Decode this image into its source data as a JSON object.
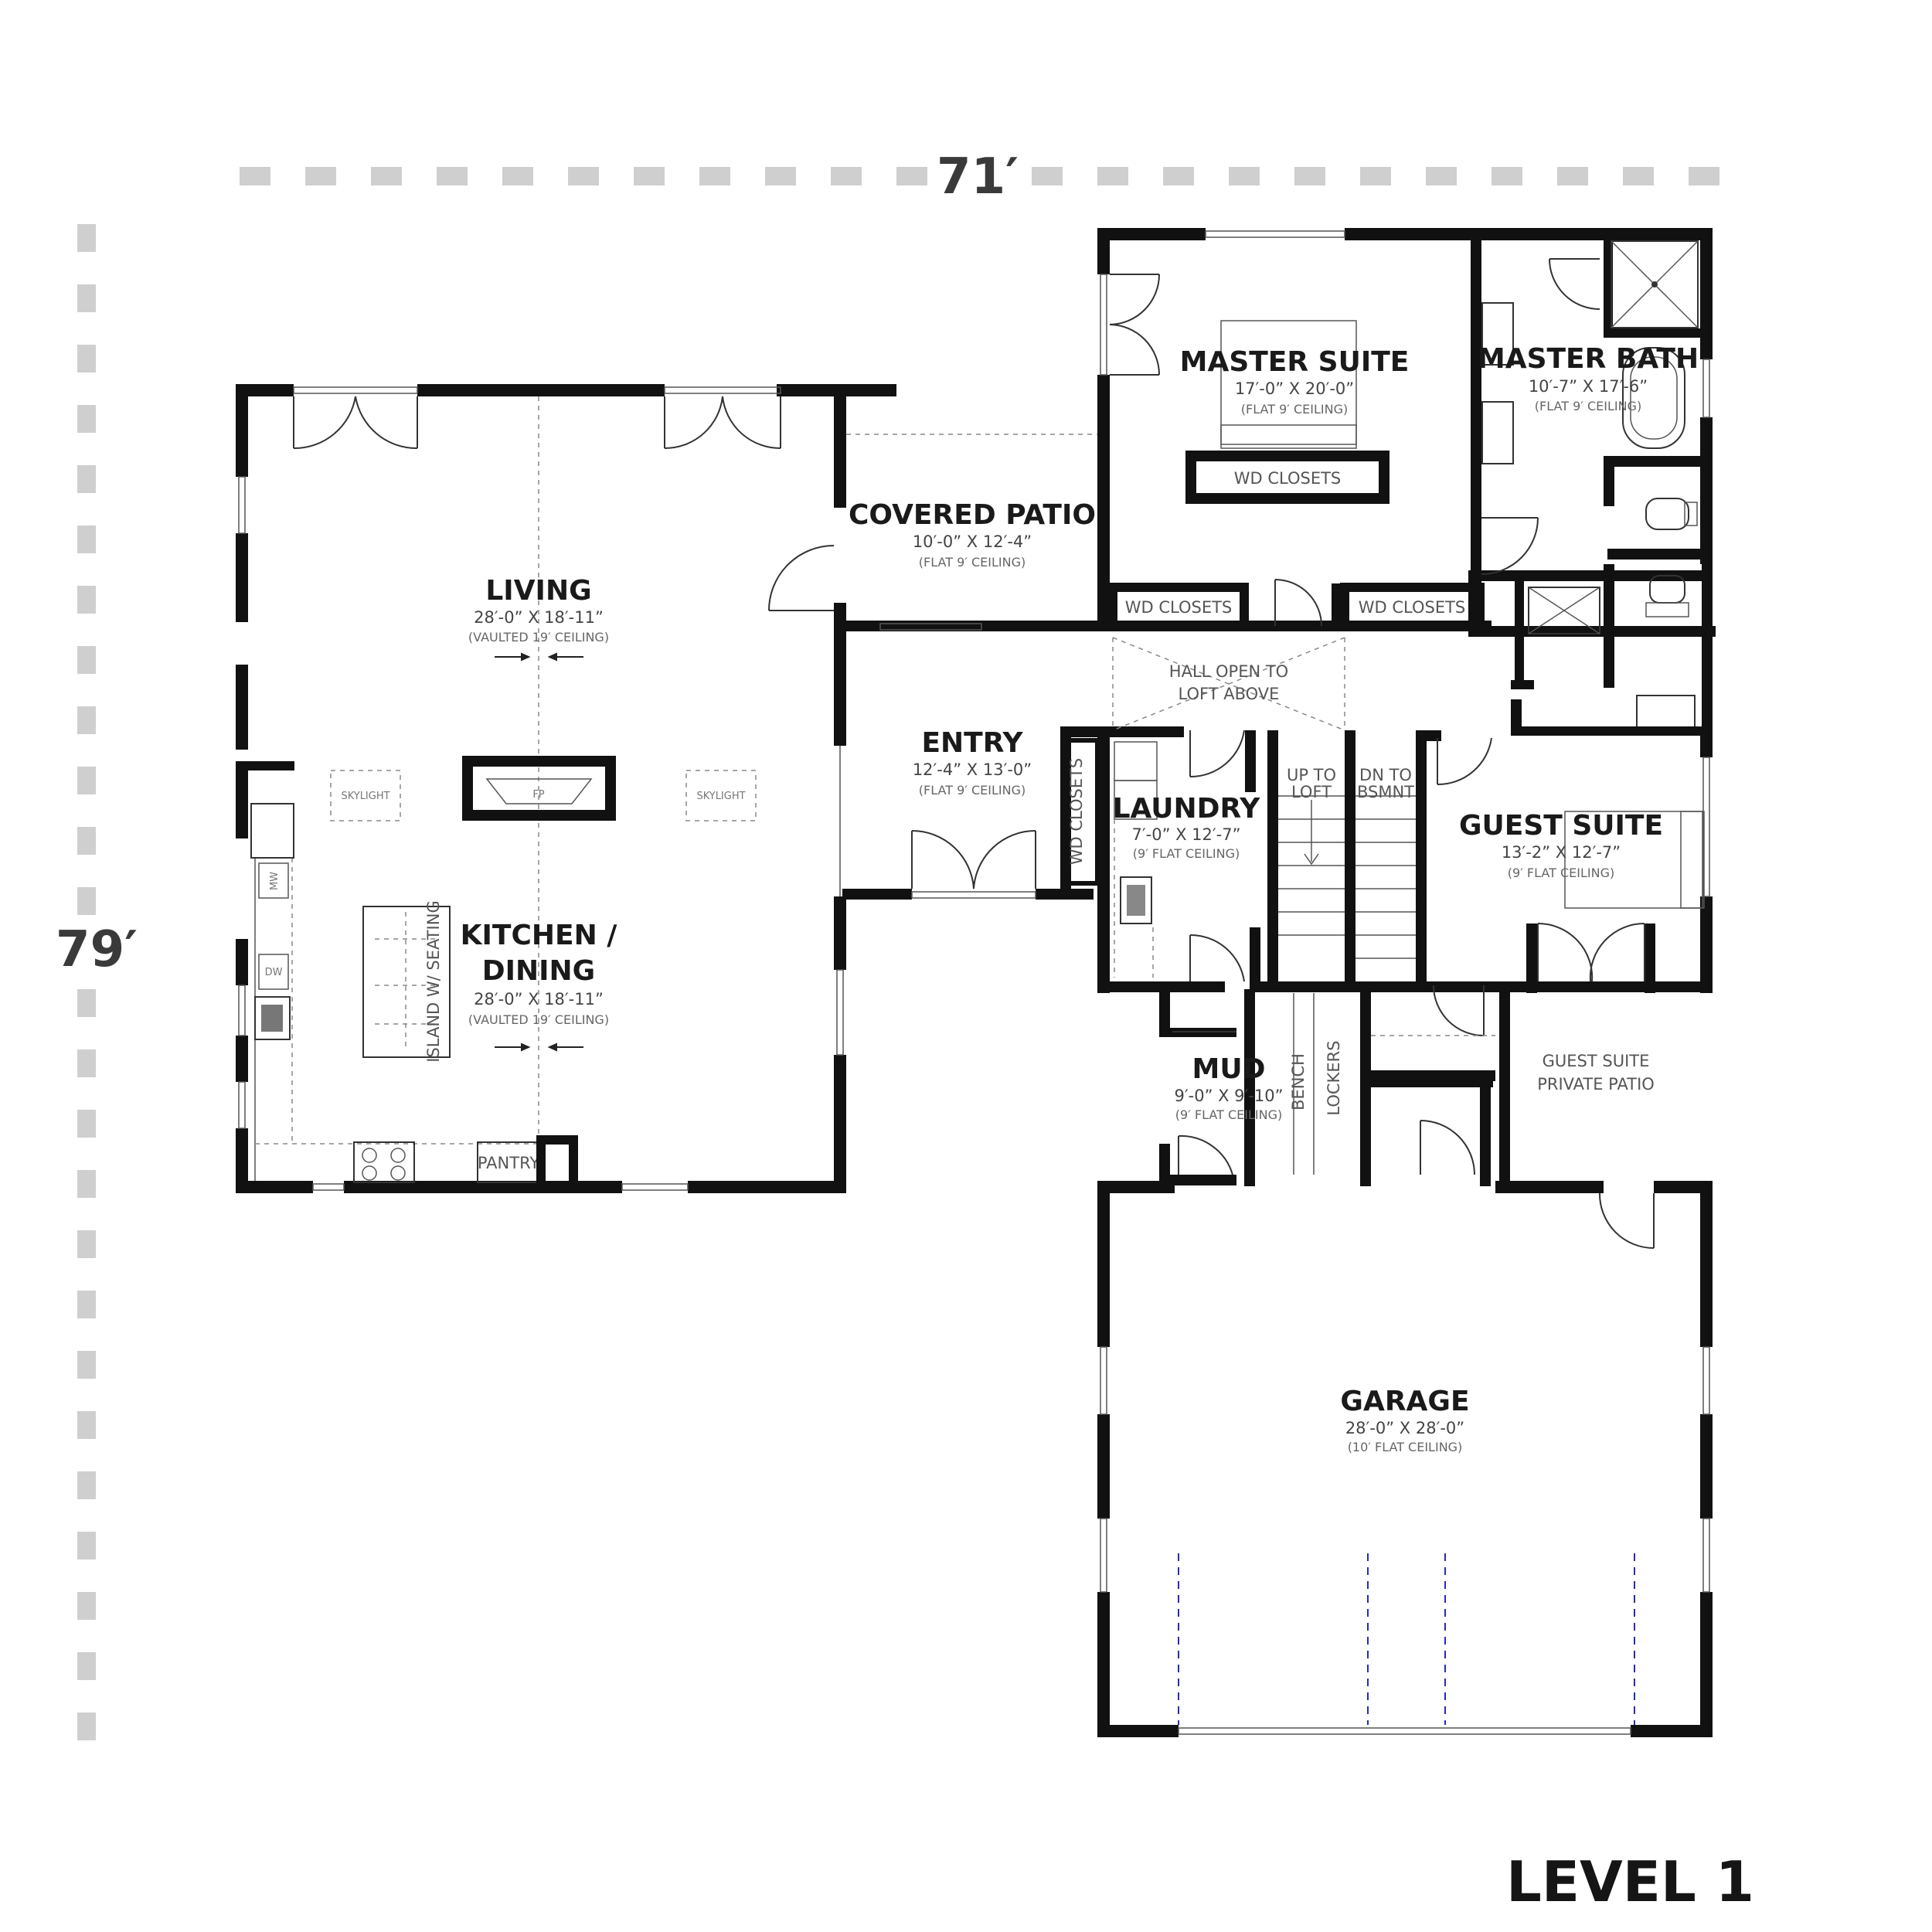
{
  "dimensions": {
    "width_label": "71′",
    "depth_label": "79′"
  },
  "level_label": "LEVEL 1",
  "rooms": {
    "master_suite": {
      "name": "MASTER SUITE",
      "size": "17′-0” X 20′-0”",
      "ceiling": "(FLAT 9′ CEILING)"
    },
    "master_bath": {
      "name": "MASTER BATH",
      "size": "10′-7” X 17′-6”",
      "ceiling": "(FLAT 9′ CEILING)"
    },
    "covered_patio": {
      "name": "COVERED PATIO",
      "size": "10′-0” X 12′-4”",
      "ceiling": "(FLAT 9′ CEILING)"
    },
    "living": {
      "name": "LIVING",
      "size": "28′-0” X 18′-11”",
      "ceiling": "(VAULTED 19′ CEILING)"
    },
    "kitchen": {
      "name_line1": "KITCHEN /",
      "name_line2": "DINING",
      "size": "28′-0” X 18′-11”",
      "ceiling": "(VAULTED 19′ CEILING)"
    },
    "entry": {
      "name": "ENTRY",
      "size": "12′-4” X 13′-0”",
      "ceiling": "(FLAT 9′ CEILING)"
    },
    "laundry": {
      "name": "LAUNDRY",
      "size": "7′-0” X 12′-7”",
      "ceiling": "(9′ FLAT CEILING)"
    },
    "guest_suite": {
      "name": "GUEST SUITE",
      "size": "13′-2” X 12′-7”",
      "ceiling": "(9′ FLAT CEILING)"
    },
    "mud": {
      "name": "MUD",
      "size": "9′-0” X 9′-10”",
      "ceiling": "(9′ FLAT CEILING)"
    },
    "garage": {
      "name": "GARAGE",
      "size": "28′-0” X 28′-0”",
      "ceiling": "(10′ FLAT CEILING)"
    }
  },
  "labels": {
    "wd_closets": "WD CLOSETS",
    "hall_open_line1": "HALL OPEN TO",
    "hall_open_line2": "LOFT ABOVE",
    "up_line1": "UP TO",
    "up_line2": "LOFT",
    "dn_line1": "DN TO",
    "dn_line2": "BSMNT",
    "wd_closets_vertical": "WD CLOSETS",
    "guest_patio_line1": "GUEST SUITE",
    "guest_patio_line2": "PRIVATE PATIO",
    "bench": "BENCH",
    "lockers": "LOCKERS",
    "pantry": "PANTRY",
    "island": "ISLAND W/ SEATING",
    "fireplace": "FP",
    "skylight": "SKYLIGHT",
    "mw": "MW",
    "dw": "DW"
  }
}
